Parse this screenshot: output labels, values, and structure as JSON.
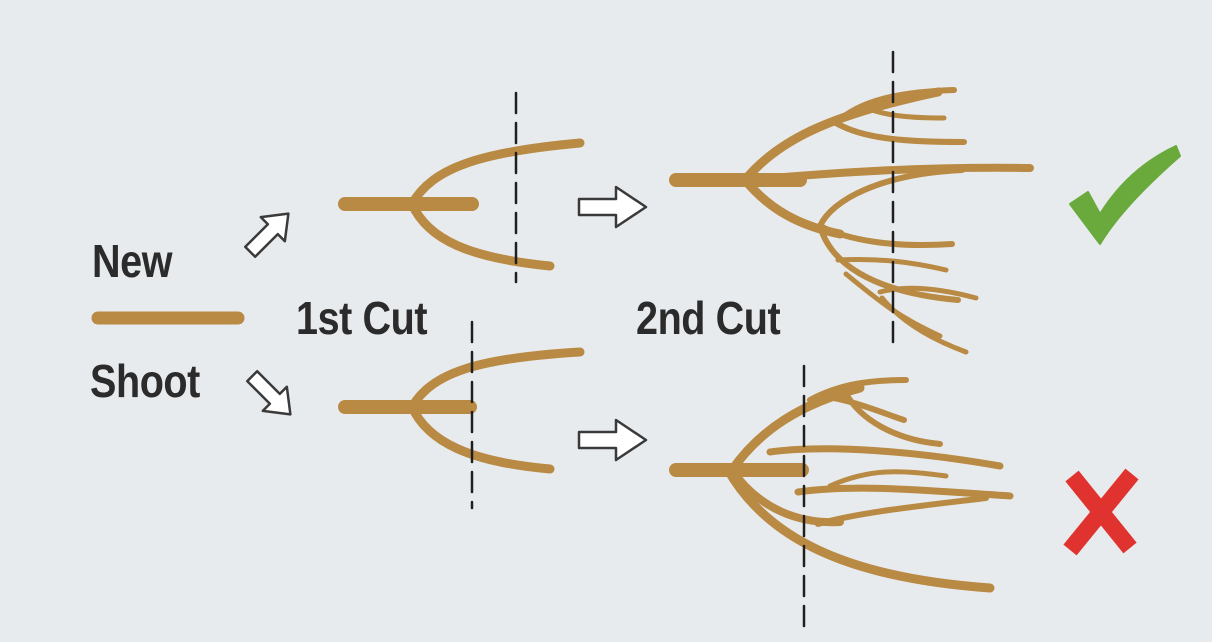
{
  "labels": {
    "new": "New",
    "shoot": "Shoot",
    "first_cut": "1st Cut",
    "second_cut": "2nd Cut"
  },
  "colors": {
    "background": "#e8ebee",
    "branch": "#b98a43",
    "text": "#2b2b2b",
    "correct": "#6aaa3c",
    "wrong": "#e0322e"
  },
  "icons": {
    "correct": "check-icon",
    "wrong": "cross-icon"
  }
}
